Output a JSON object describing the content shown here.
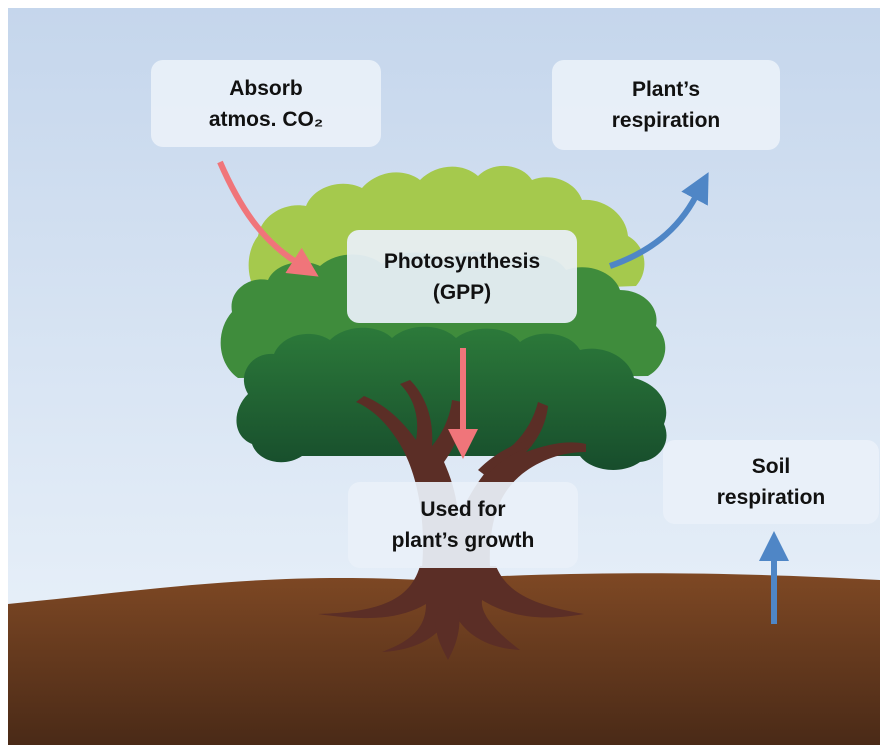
{
  "diagram": {
    "nodes": {
      "absorb": {
        "lines": [
          "Absorb",
          "atmos. CO₂"
        ]
      },
      "plant_respiration": {
        "lines": [
          "Plant’s",
          "respiration"
        ]
      },
      "photosynthesis": {
        "lines": [
          "Photosynthesis",
          "(GPP)"
        ]
      },
      "growth": {
        "lines": [
          "Used for",
          "plant’s growth"
        ]
      },
      "soil_respiration": {
        "lines": [
          "Soil",
          "respiration"
        ]
      }
    },
    "colors": {
      "carbon_uptake_arrow": "#f0757a",
      "carbon_release_arrow": "#4f86c6",
      "sky_top": "#c5d6ec",
      "sky_bottom": "#edf4fb",
      "soil_top": "#7e4824",
      "soil_bottom": "#4a2a17",
      "canopy_light": "#a5c94d",
      "canopy_mid": "#3f8c3c",
      "canopy_dark": "#1e5e35",
      "trunk": "#5b2e26"
    }
  }
}
